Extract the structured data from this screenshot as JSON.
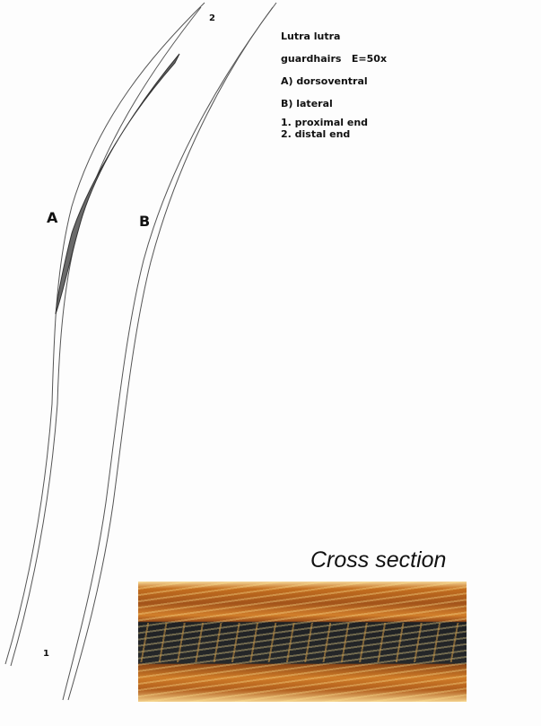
{
  "legend": {
    "species": "Lutra lutra",
    "subtitle": "guardhairs   E=50x",
    "view_a": "A) dorsoventral",
    "view_b": "B) lateral",
    "end_1": "1. proximal end",
    "end_2": "2. distal end"
  },
  "labels": {
    "a": "A",
    "b": "B",
    "one": "1",
    "two": "2"
  },
  "cross_section": {
    "title": "Cross section"
  }
}
